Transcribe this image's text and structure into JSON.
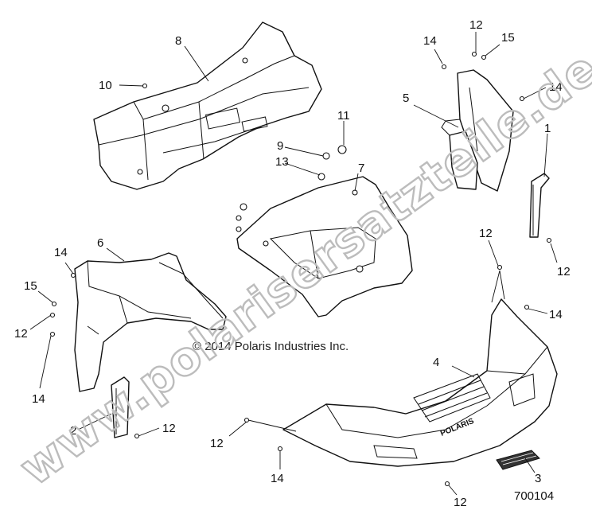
{
  "copyright": "© 2014 Polaris Industries Inc.",
  "diagram_number": "700104",
  "watermark": "www.polarisersatzteile.de",
  "brand_mark": "POLARIS",
  "callouts": {
    "c8": "8",
    "c10": "10",
    "c11": "11",
    "c9": "9",
    "c13": "13",
    "c7": "7",
    "c14a": "14",
    "c12a": "12",
    "c15a": "15",
    "c14b": "14",
    "c5": "5",
    "c1": "1",
    "c12b": "12",
    "c12c": "12",
    "c14c": "14",
    "c6": "6",
    "c14d": "14",
    "c15b": "15",
    "c12d": "12",
    "c14e": "14",
    "c4": "4",
    "c2": "2",
    "c12e": "12",
    "c12f": "12",
    "c14f": "14",
    "c3": "3",
    "c12g": "12"
  }
}
